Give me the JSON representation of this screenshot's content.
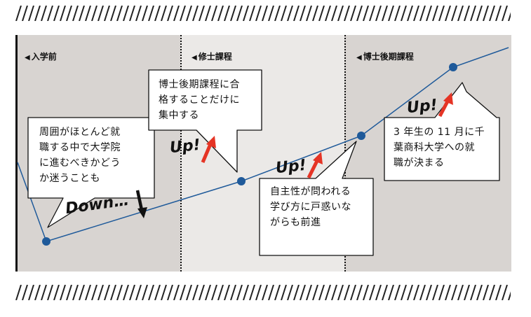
{
  "stages": [
    {
      "label": "入学前"
    },
    {
      "label": "修士課程"
    },
    {
      "label": "博士後期課程"
    }
  ],
  "bubbles": [
    {
      "lines": [
        "周囲がほとんど就",
        "職する中で大学院",
        "に進むべきかどう",
        "か迷うことも"
      ]
    },
    {
      "lines": [
        "博士後期課程に合",
        "格することだけに",
        "集中する"
      ]
    },
    {
      "lines": [
        "自主性が問われる",
        "学び方に戸惑いな",
        "がらも前進"
      ]
    },
    {
      "lines": [
        "3 年生の 11 月に千",
        "葉商科大学への就",
        "職が決まる"
      ]
    }
  ],
  "marks": [
    {
      "text": "Down…",
      "direction": "down"
    },
    {
      "text": "Up!",
      "direction": "up"
    },
    {
      "text": "Up!",
      "direction": "up"
    },
    {
      "text": "Up!",
      "direction": "up"
    }
  ],
  "colors": {
    "line": "#1f5a9a",
    "arrow_up": "#e53425",
    "arrow_down": "#111111",
    "panel_dark": "#d8d4d1",
    "panel_light": "#ebe9e7"
  }
}
